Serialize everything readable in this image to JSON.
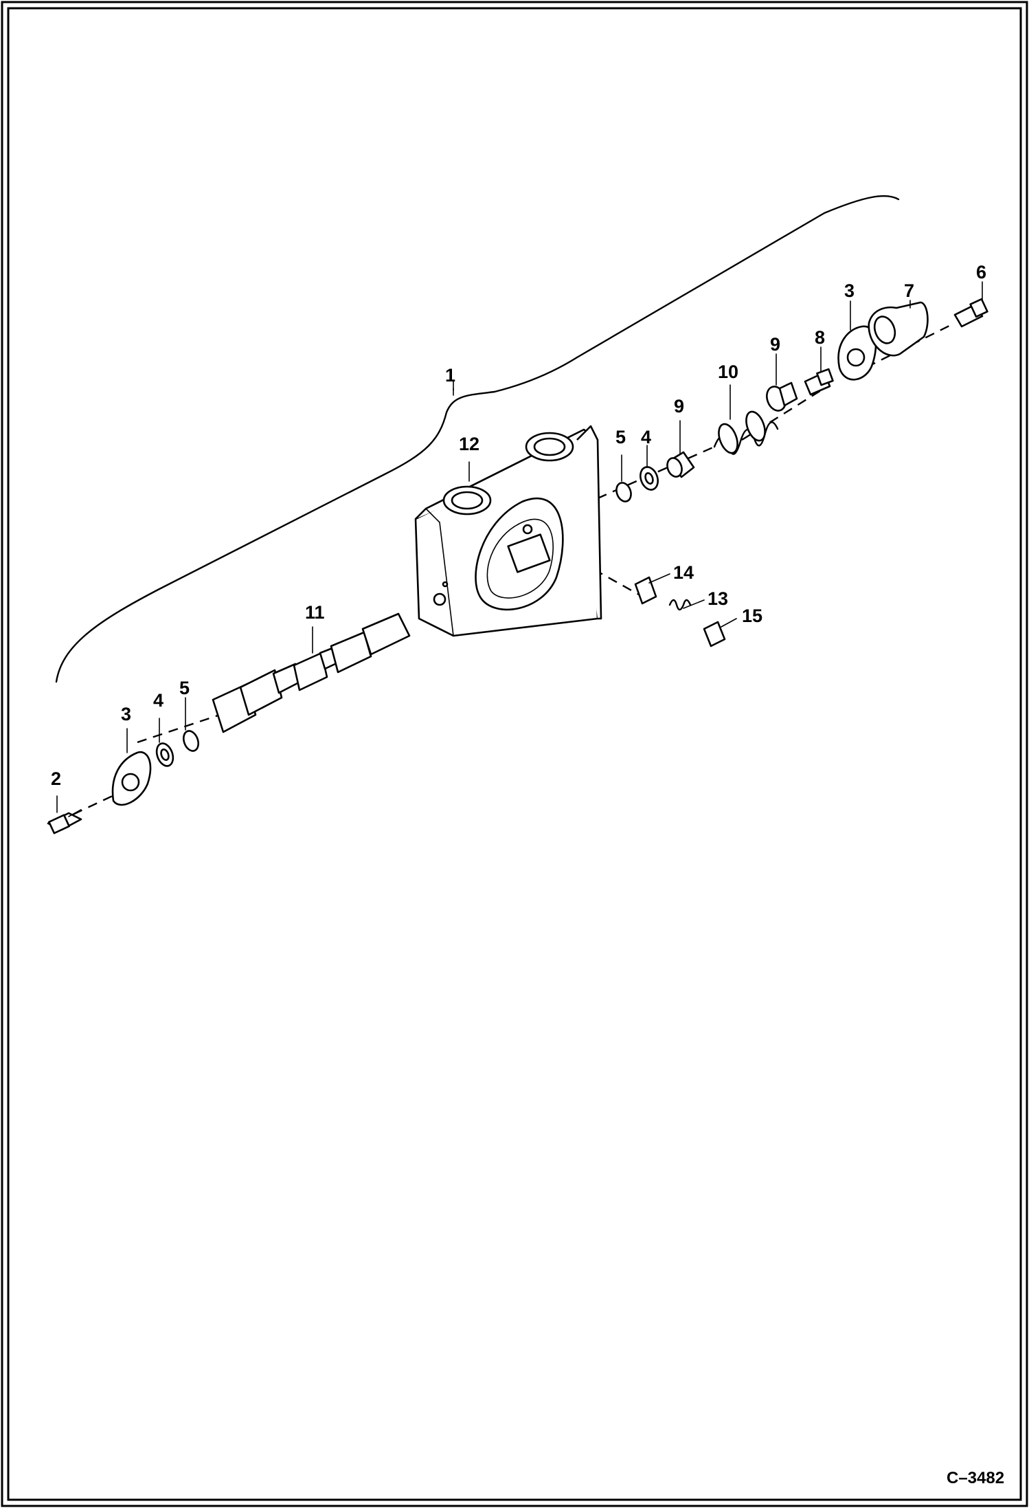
{
  "diagram": {
    "callouts": [
      "1",
      "2",
      "3",
      "4",
      "5",
      "6",
      "7",
      "8",
      "9",
      "10",
      "11",
      "12",
      "13",
      "14",
      "15"
    ],
    "figure_id": "C–3482"
  }
}
